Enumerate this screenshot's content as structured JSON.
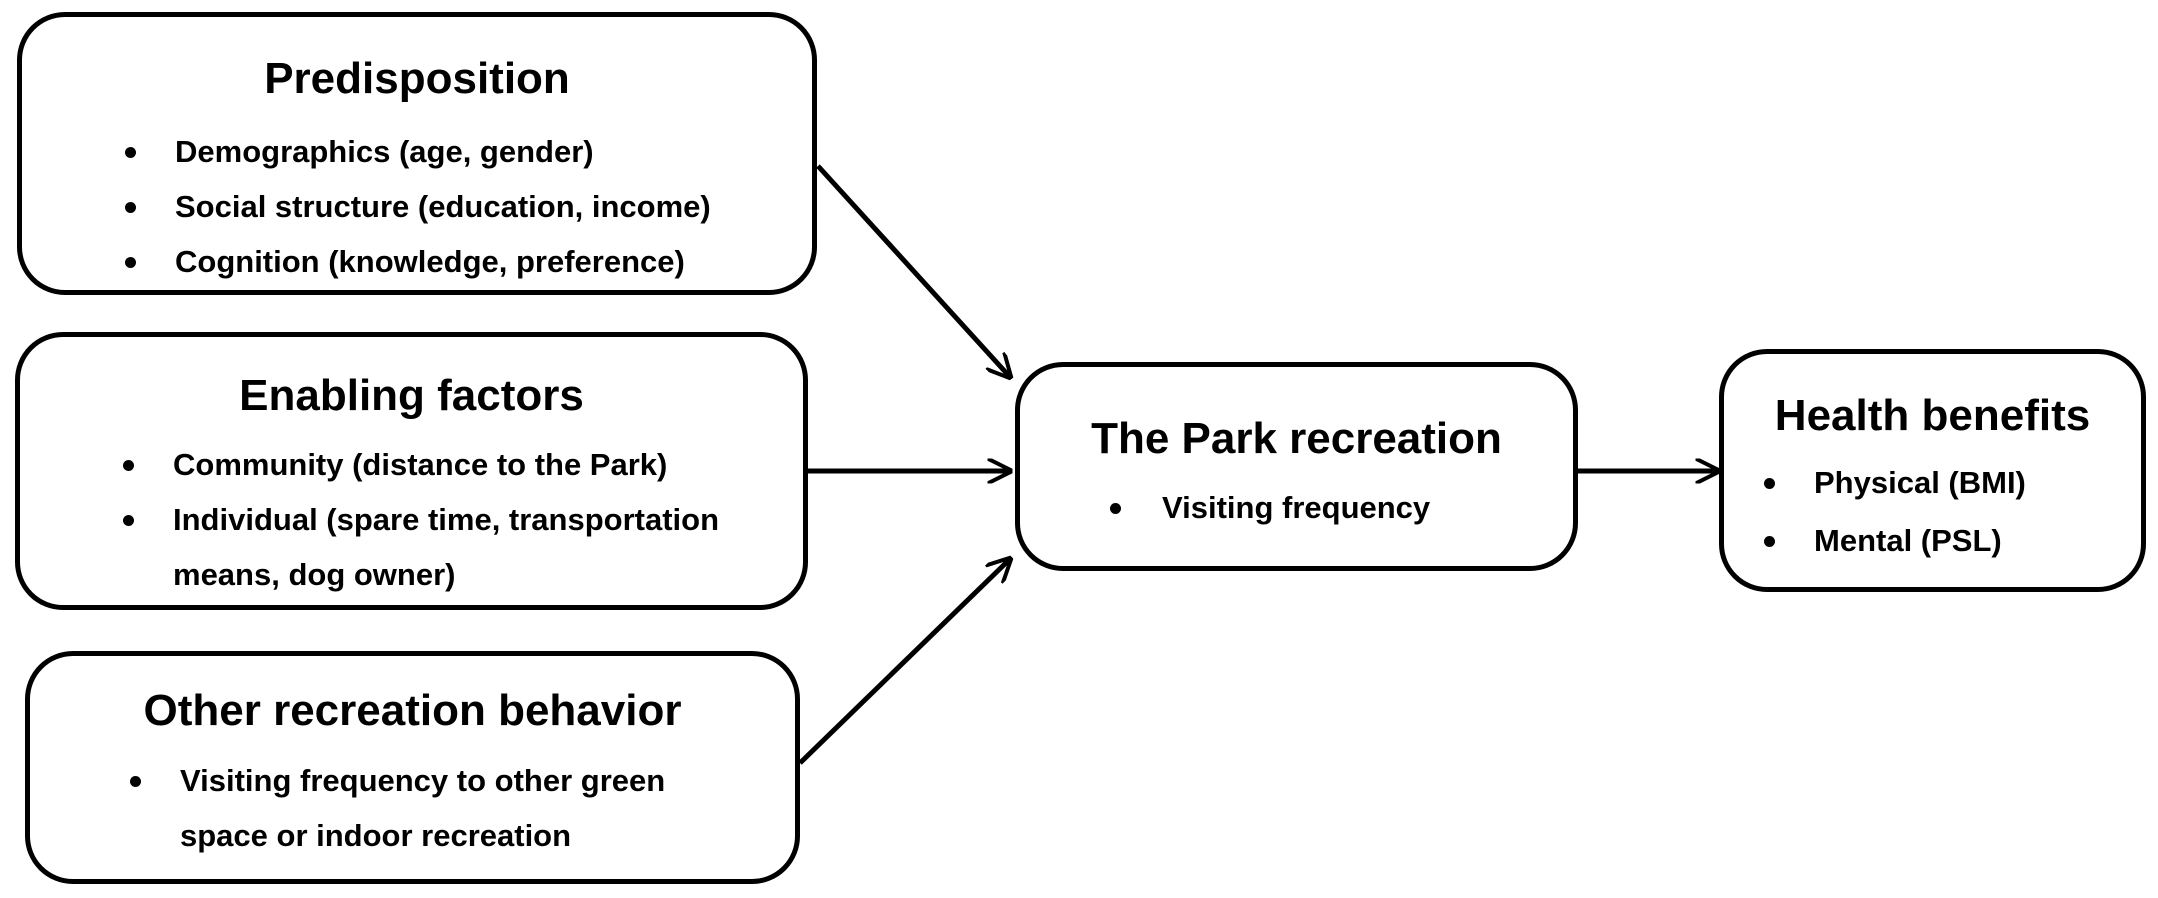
{
  "predisposition": {
    "title": "Predisposition",
    "items": [
      "Demographics (age, gender)",
      "Social structure (education, income)",
      "Cognition (knowledge, preference)"
    ]
  },
  "enabling": {
    "title": "Enabling factors",
    "items": [
      "Community (distance to the Park)",
      "Individual (spare time, transportation",
      "means, dog owner)"
    ]
  },
  "other": {
    "title": "Other recreation behavior",
    "items": [
      "Visiting frequency to other green",
      "space or indoor recreation"
    ]
  },
  "park": {
    "title": "The Park recreation",
    "items": [
      "Visiting frequency"
    ]
  },
  "health": {
    "title": "Health benefits",
    "items": [
      "Physical (BMI)",
      "Mental (PSL)"
    ]
  }
}
